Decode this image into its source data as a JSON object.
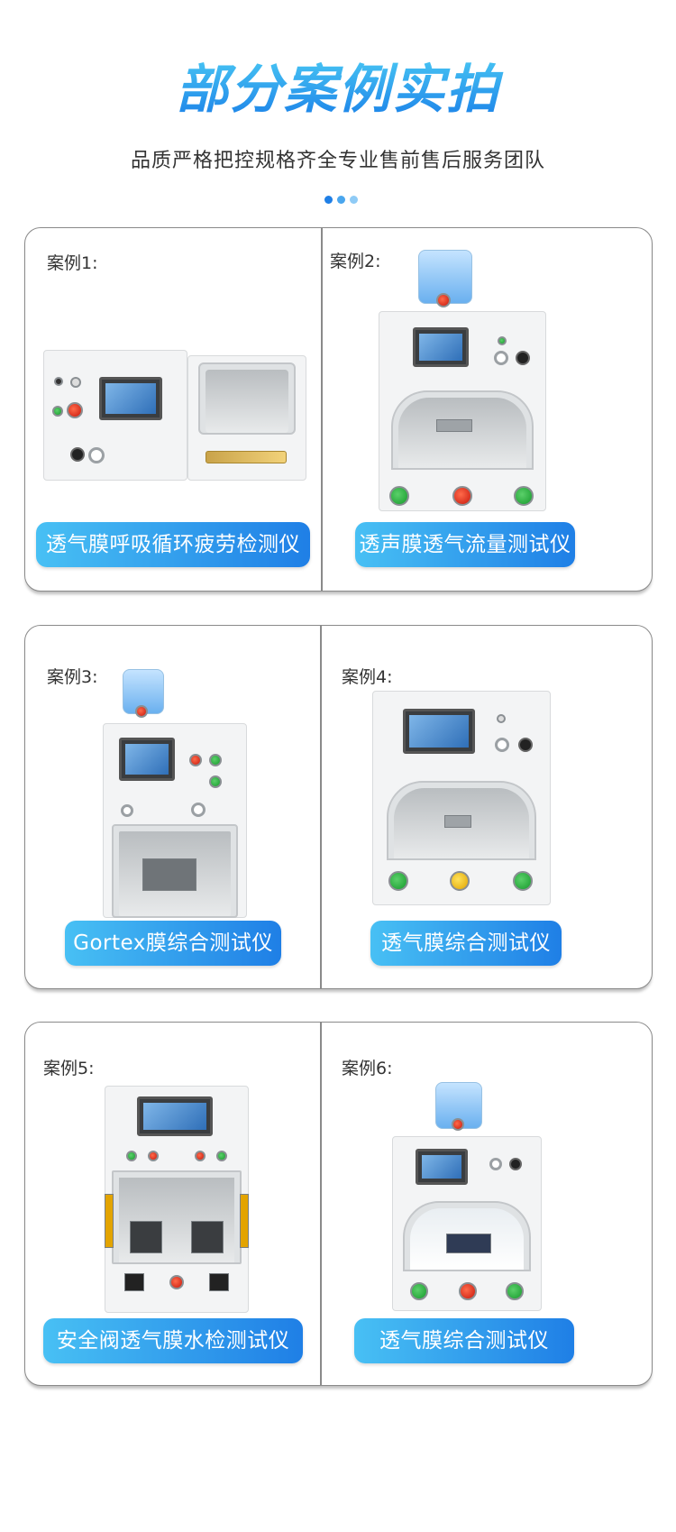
{
  "header": {
    "title": "部分案例实拍",
    "subtitle": "品质严格把控规格齐全专业售前售后服务团队"
  },
  "colors": {
    "accent": "#1e8fe6",
    "accent_light": "#48c0f4",
    "dot_active": "#1f7fe6",
    "dot_inactive": "#7fc3f5"
  },
  "cases": [
    {
      "label": "案例1:",
      "product": "透气膜呼吸循环疲劳检测仪"
    },
    {
      "label": "案例2:",
      "product": "透声膜透气流量测试仪"
    },
    {
      "label": "案例3:",
      "product": "Gortex膜综合测试仪"
    },
    {
      "label": "案例4:",
      "product": "透气膜综合测试仪"
    },
    {
      "label": "案例5:",
      "product": "安全阀透气膜水检测试仪"
    },
    {
      "label": "案例6:",
      "product": "透气膜综合测试仪"
    }
  ]
}
